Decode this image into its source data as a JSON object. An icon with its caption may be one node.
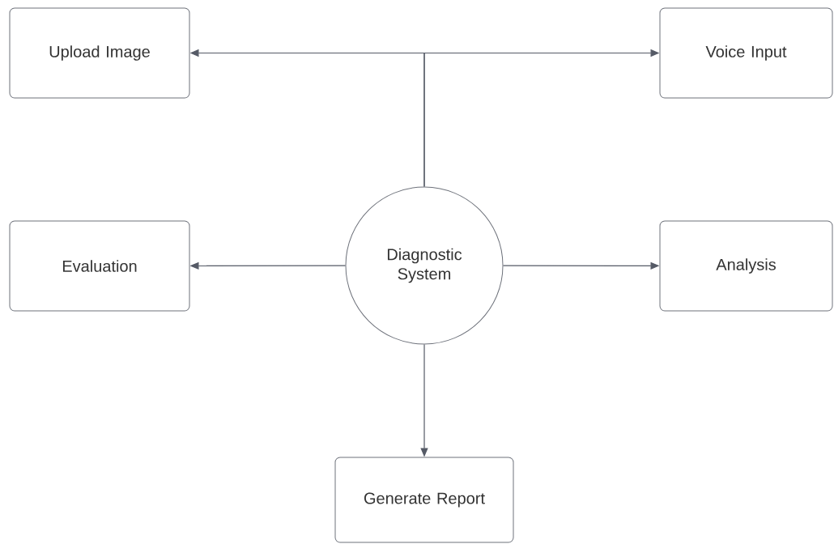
{
  "diagram": {
    "nodes": [
      {
        "text": [
          "Upload Image"
        ]
      },
      {
        "text": [
          "Voice Input"
        ]
      },
      {
        "text": [
          "Diagnostic System"
        ]
      },
      {
        "text": [
          "Evaluation"
        ]
      },
      {
        "text": [
          "Analysis"
        ]
      },
      {
        "text": [
          "Generate Report"
        ]
      }
    ],
    "edges": [
      {
        "from": 2,
        "to": 0,
        "arrow": "to"
      },
      {
        "from": 2,
        "to": 1,
        "arrow": "to"
      },
      {
        "from": 2,
        "to": 3,
        "arrow": "to"
      },
      {
        "from": 2,
        "to": 4,
        "arrow": "to"
      },
      {
        "from": 2,
        "to": 5,
        "arrow": "to"
      }
    ]
  }
}
